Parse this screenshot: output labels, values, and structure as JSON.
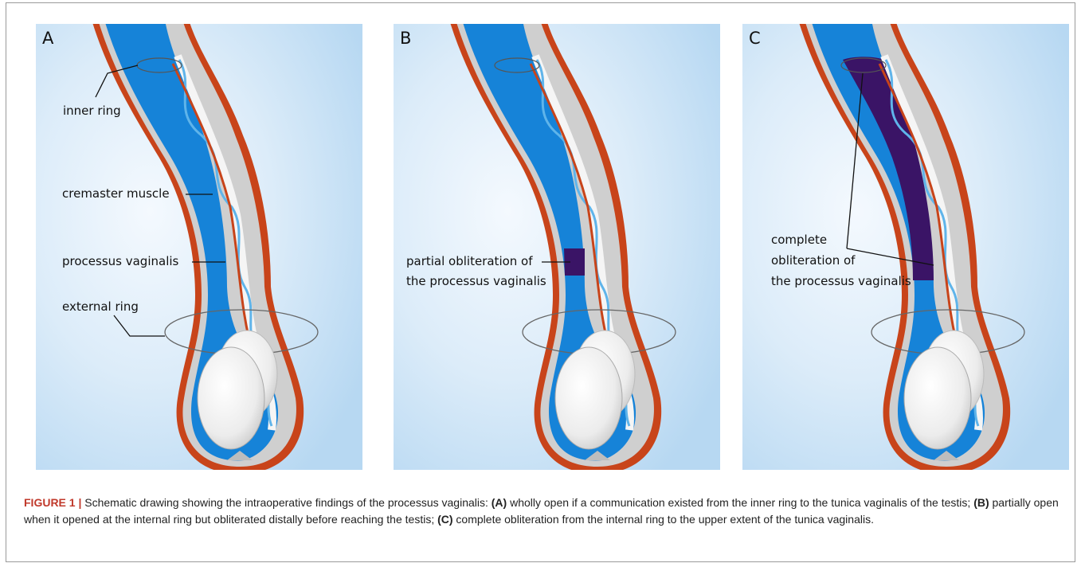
{
  "colors": {
    "background_top": "#bcdcf4",
    "background_mid": "#f2f8fd",
    "lumen_blue": "#1683d8",
    "cremaster_orange": "#c8441a",
    "obliteration_purple": "#3a1466",
    "spermatic_white": "#f5f5f5",
    "caption_red": "#c0392b"
  },
  "panels": [
    {
      "letter": "A",
      "labels": [
        "inner ring",
        "cremaster muscle",
        "processus vaginalis",
        "external ring"
      ],
      "obliteration": "none"
    },
    {
      "letter": "B",
      "labels": [
        "partial obliteration of",
        "the processus vaginalis"
      ],
      "obliteration": "partial"
    },
    {
      "letter": "C",
      "labels": [
        "complete",
        "obliteration of",
        "the processus vaginalis"
      ],
      "obliteration": "complete"
    }
  ],
  "caption": {
    "figure_label": "FIGURE 1 |",
    "intro": " Schematic drawing showing the intraoperative findings of the processus vaginalis: ",
    "a_label": "(A)",
    "a_text": " wholly open if a communication existed from the inner ring to the tunica vaginalis of the testis; ",
    "b_label": "(B)",
    "b_text": " partially open when it opened at the internal ring but obliterated distally before reaching the testis; ",
    "c_label": "(C)",
    "c_text": " complete obliteration from the internal ring to the upper extent of the tunica vaginalis."
  }
}
